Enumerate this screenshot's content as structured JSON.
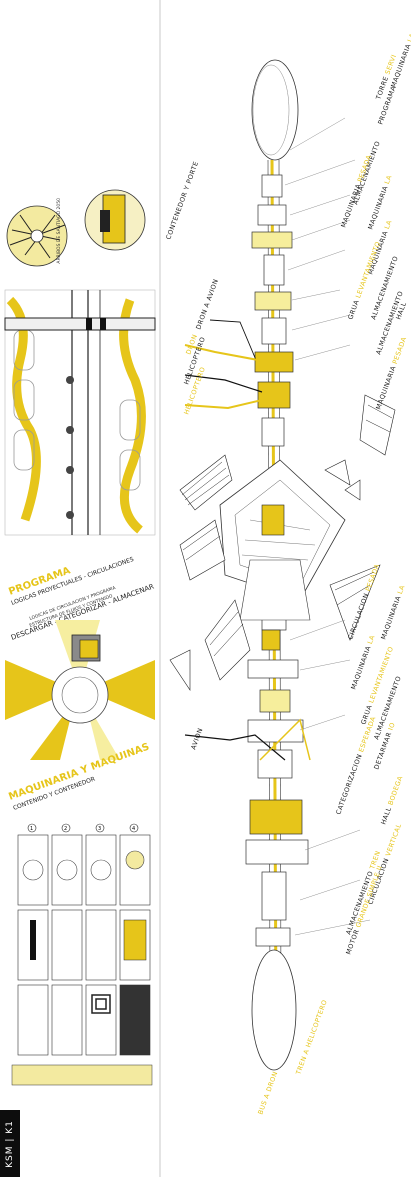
{
  "badge": "KSM | K1",
  "left_panel": {
    "banner1": "PROGRAMA",
    "banner1_sub": "LOGICAS PROYECTUALES - CIRCULACIONES",
    "banner1_sub2": "DESCARGAR - CATEGORIZAR - ALMACENAR",
    "banner2": "MAQUINARIA Y MAQUINAS",
    "banner2_sub": "CONTENIDO Y CONTENEDOR",
    "numbers": [
      "1",
      "2",
      "3",
      "4"
    ]
  },
  "labels_right": [
    {
      "main": "MAQUINARIA",
      "accent": "LA"
    },
    {
      "main": "TORRE",
      "accent": "SERVI"
    },
    {
      "main": "PROGRAMA",
      "accent": ""
    },
    {
      "main": "ALMACENAMIENTO",
      "accent": ""
    },
    {
      "main": "MAQUINARIA",
      "accent": "PESADA"
    },
    {
      "main": "MAQUINARIA",
      "accent": "LA"
    },
    {
      "main": "MAQUINARIA",
      "accent": "LA"
    },
    {
      "main": "GRUA",
      "accent": "LEVANTAMIENTO"
    },
    {
      "main": "ALMACENAMIENTO",
      "accent": ""
    },
    {
      "main": "HALL",
      "accent": ""
    },
    {
      "main": "ALMACENAMIENTO",
      "accent": ""
    },
    {
      "main": "MAQUINARIA",
      "accent": "PESADA"
    },
    {
      "main": "CIRCULACION",
      "accent": "PESADA"
    },
    {
      "main": "MAQUINARIA",
      "accent": "LA"
    },
    {
      "main": "MAQUINARIA",
      "accent": "LA"
    },
    {
      "main": "GRUA",
      "accent": "LEVANTAMIENTO"
    },
    {
      "main": "ALMACENAMIENTO",
      "accent": ""
    },
    {
      "main": "DETARMAR",
      "accent": "IO"
    },
    {
      "main": "CATEGORIZACION",
      "accent": "ESPERADA"
    },
    {
      "main": "HALL",
      "accent": "BODEGA"
    },
    {
      "main": "CIRCULACION",
      "accent": "VERTICAL"
    },
    {
      "main": "ALMACENAMIENTO",
      "accent": "TREN"
    },
    {
      "main": "MOTOR",
      "accent": "GRANDE SIMPLE II"
    },
    {
      "main": "TREN",
      "accent": "A HELICOPTERO"
    },
    {
      "main": "BUS A",
      "accent": "DRON"
    }
  ],
  "labels_left": [
    {
      "text": "CONTENEDOR Y PORTE",
      "color": "black"
    },
    {
      "text": "DRON A AVION",
      "color": "black"
    },
    {
      "text": "DRON",
      "color": "yellow"
    },
    {
      "text": "HELICOPTERO",
      "color": "black"
    },
    {
      "text": "HELICOPTERO",
      "color": "yellow"
    },
    {
      "text": "AVION",
      "color": "black"
    }
  ],
  "colors": {
    "accent": "#e6c51a",
    "dark": "#111111",
    "pale": "#f5eeb4"
  }
}
